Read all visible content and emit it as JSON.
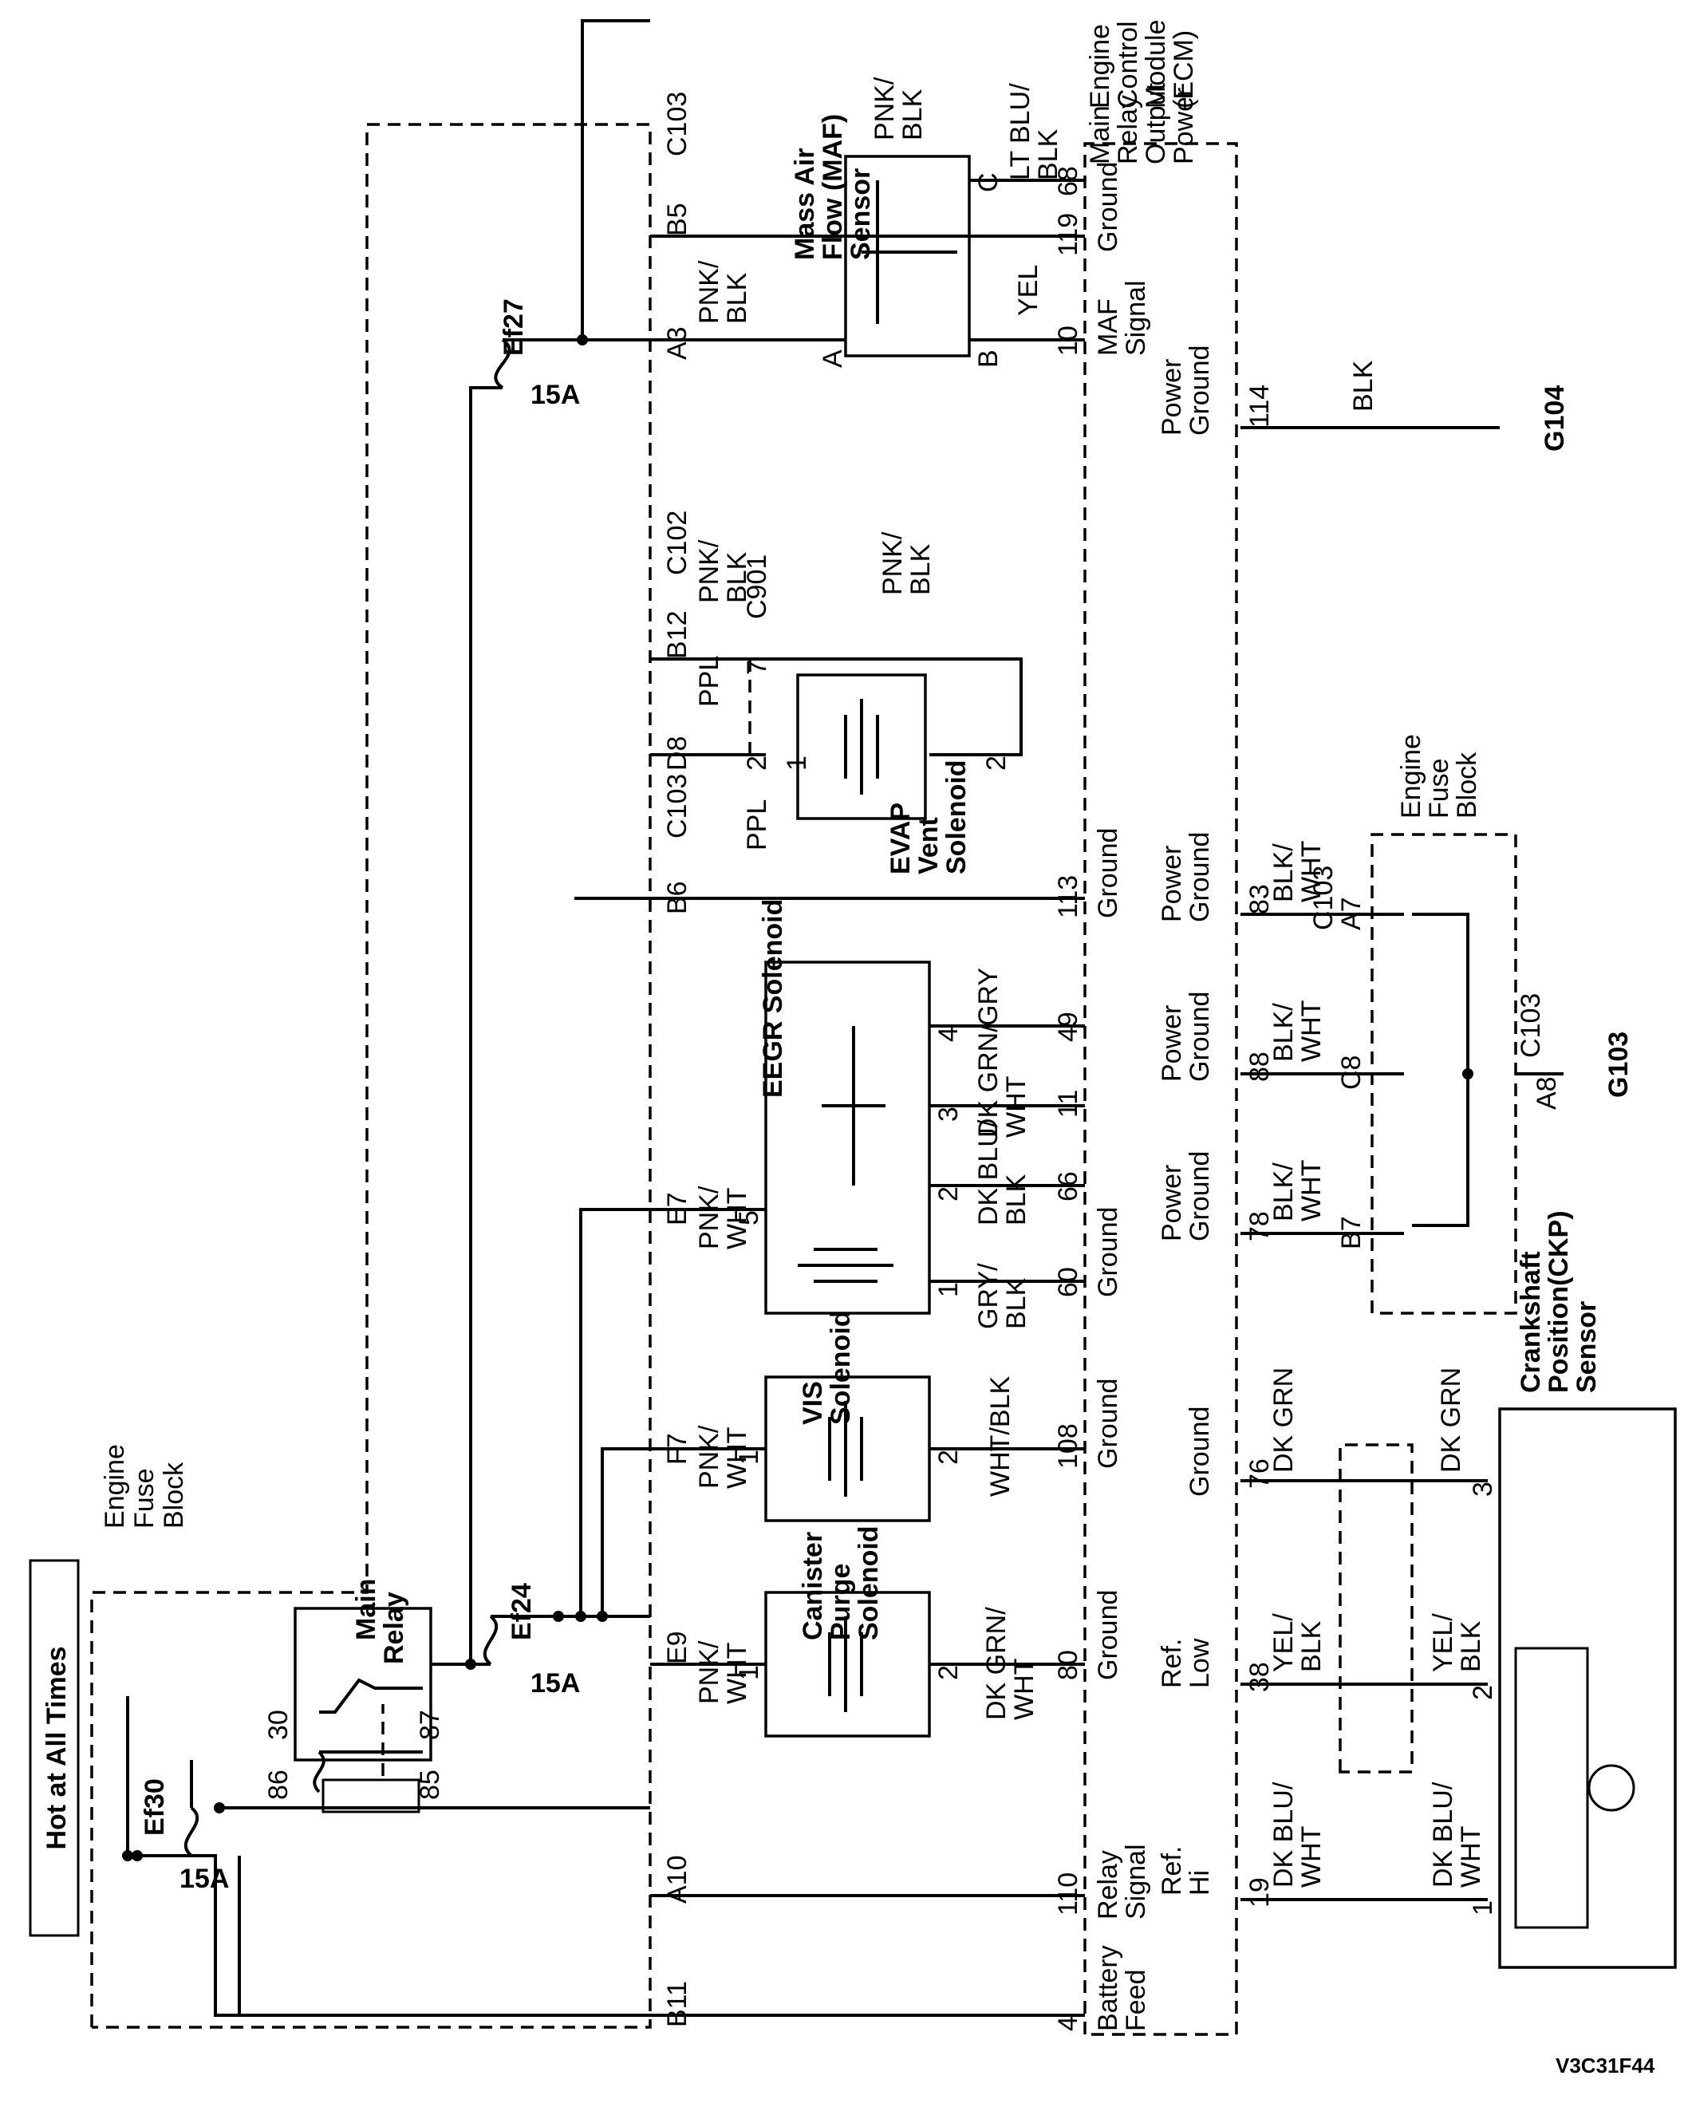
{
  "title_box": "Hot at All Times",
  "figure_id": "V3C31F44",
  "fuse_block_label": [
    "Engine",
    "Fuse",
    "Block"
  ],
  "ecm_label": [
    "Engine",
    "Control",
    "Module",
    "(ECM)"
  ],
  "main_relay": {
    "label": [
      "Main",
      "Relay"
    ],
    "pins": [
      "30",
      "86",
      "87",
      "85"
    ]
  },
  "fuses": [
    {
      "rating": "15A",
      "name": "Ef30"
    },
    {
      "rating": "15A",
      "name": "Ef24"
    },
    {
      "rating": "15A",
      "name": "Ef27"
    }
  ],
  "connectors": [
    {
      "pin": "B11",
      "conn": ""
    },
    {
      "pin": "A10",
      "conn": ""
    },
    {
      "pin": "E9",
      "conn": ""
    },
    {
      "pin": "F7",
      "conn": ""
    },
    {
      "pin": "E7",
      "conn": ""
    },
    {
      "pin": "B6",
      "conn": "C103"
    },
    {
      "pin": "D8",
      "conn": ""
    },
    {
      "pin": "B12",
      "conn": "C102"
    },
    {
      "pin": "A3",
      "conn": ""
    },
    {
      "pin": "B5",
      "conn": "C103"
    }
  ],
  "wires": {
    "pnk_wht": [
      "PNK/",
      "WHT"
    ],
    "pnk_blk": [
      "PNK/",
      "BLK"
    ],
    "ppl": "PPL",
    "dk_grn_wht": [
      "DK GRN/",
      "WHT"
    ],
    "wht_blk": "WHT/BLK",
    "gry_blk": [
      "GRY/",
      "BLK"
    ],
    "dk_blu_blk": [
      "DK BLU/",
      "BLK"
    ],
    "gry": "GRY",
    "yel": "YEL",
    "ltblu_blk": [
      "LT BLU/",
      "BLK"
    ],
    "blk": "BLK",
    "blk_wht": [
      "BLK/",
      "WHT"
    ],
    "dk_grn": "DK GRN",
    "yel_blk": [
      "YEL/",
      "BLK"
    ],
    "dk_blu_wht": [
      "DK BLU/",
      "WHT"
    ]
  },
  "components": {
    "canister": [
      "Canister",
      "Purge",
      "Solenoid"
    ],
    "vis": [
      "VIS",
      "Solenoid"
    ],
    "eegr": "EEGR Solenoid",
    "evap": [
      "EVAP",
      "Vent",
      "Solenoid"
    ],
    "maf": [
      "Mass Air",
      "Flow (MAF)",
      "Sensor"
    ],
    "ckp": [
      "Crankshaft",
      "Position(CKP)",
      "Sensor"
    ]
  },
  "component_pins": {
    "canister": [
      "1",
      "2"
    ],
    "vis": [
      "1",
      "2"
    ],
    "eegr": [
      "5",
      "1",
      "2",
      "3",
      "4"
    ],
    "evap": [
      "1",
      "2"
    ],
    "c901": {
      "pin_a": "2",
      "pin_b": "7",
      "conn": "C901"
    },
    "maf": [
      "A",
      "B",
      "C"
    ],
    "ckp": [
      "1",
      "2",
      "3"
    ]
  },
  "ecm_pins": [
    {
      "pin": "4",
      "label": [
        "Battery",
        "Feed"
      ]
    },
    {
      "pin": "110",
      "label": [
        "Relay",
        "Signal"
      ]
    },
    {
      "pin": "80",
      "label": [
        "Ground"
      ]
    },
    {
      "pin": "108",
      "label": [
        "Ground"
      ]
    },
    {
      "pin": "60",
      "label": [
        "Ground"
      ]
    },
    {
      "pin": "66",
      "label": []
    },
    {
      "pin": "11",
      "label": []
    },
    {
      "pin": "49",
      "label": []
    },
    {
      "pin": "113",
      "label": [
        "Ground"
      ]
    },
    {
      "pin": "10",
      "label": [
        "MAF",
        "Signal"
      ]
    },
    {
      "pin": "68",
      "label": [
        "Ground"
      ]
    },
    {
      "pin": "119",
      "label": [
        "Main",
        "Relay",
        "Output",
        "Power"
      ]
    }
  ],
  "ground_pins": [
    {
      "pin": "19",
      "label": [
        "Ref.",
        "Hi"
      ]
    },
    {
      "pin": "38",
      "label": [
        "Ref.",
        "Low"
      ]
    },
    {
      "pin": "76",
      "label": [
        "Ground"
      ]
    },
    {
      "pin": "78",
      "label": [
        "Power",
        "Ground"
      ]
    },
    {
      "pin": "88",
      "label": [
        "Power",
        "Ground"
      ]
    },
    {
      "pin": "83",
      "label": [
        "Power",
        "Ground"
      ]
    },
    {
      "pin": "114",
      "label": [
        "Power",
        "Ground"
      ]
    }
  ],
  "lower_fuse_block": {
    "label": [
      "Engine",
      "Fuse",
      "Block"
    ],
    "pins": [
      "B7",
      "C8",
      "A7",
      "A8"
    ],
    "conn": "C103",
    "conn2": "C103"
  },
  "grounds": [
    "G103",
    "G104"
  ]
}
